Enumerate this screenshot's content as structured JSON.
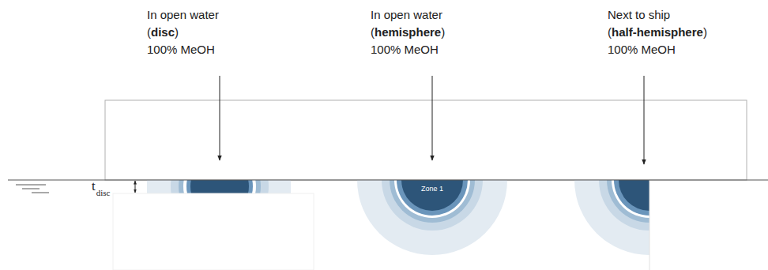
{
  "diagram": {
    "nodes": [
      {
        "text": [
          "Zone 1"
        ]
      }
    ],
    "labels": [
      "In open water (disc) 100% MeOH",
      "In open water (hemisphere) 100% MeOH",
      "Next to ship (half-hemisphere) 100% MeOH",
      "t",
      "disc"
    ]
  }
}
